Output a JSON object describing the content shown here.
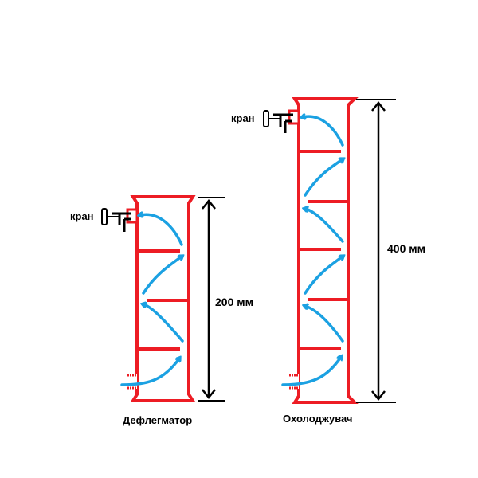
{
  "columns": [
    {
      "name": "Дефлегматор",
      "height_label": "200 мм",
      "valve_label": "кран"
    },
    {
      "name": "Охолоджувач",
      "height_label": "400 мм",
      "valve_label": "кран"
    }
  ],
  "colors": {
    "body": "#ed1c24",
    "flow": "#1ba1e2",
    "dimension": "#000000"
  }
}
